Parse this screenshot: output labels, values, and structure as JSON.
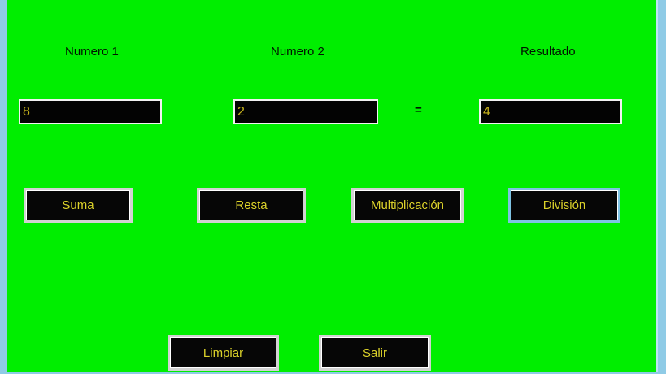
{
  "theme": {
    "background_green": "#00EE00",
    "window_border_blue": "#8FCBE6",
    "control_background": "#000000",
    "control_border_silver": "#D2D2D2",
    "focus_border_blue": "#7FC3E4",
    "field_text_gold": "#C8B31C",
    "button_text_yellow": "#DCD22A",
    "label_text": "#000000"
  },
  "labels": {
    "numero1": "Numero 1",
    "numero2": "Numero 2",
    "resultado": "Resultado",
    "equals_sign": "="
  },
  "fields": {
    "numero1": {
      "value": "8"
    },
    "numero2": {
      "value": "2"
    },
    "resultado": {
      "value": "4"
    }
  },
  "buttons": {
    "suma": {
      "label": "Suma"
    },
    "resta": {
      "label": "Resta"
    },
    "multiplicacion": {
      "label": "Multiplicación"
    },
    "division": {
      "label": "División",
      "focused": true
    },
    "limpiar": {
      "label": "Limpiar"
    },
    "salir": {
      "label": "Salir"
    }
  }
}
